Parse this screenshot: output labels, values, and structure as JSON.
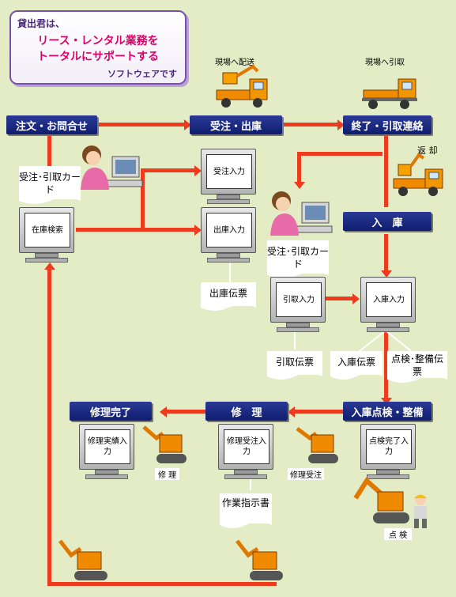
{
  "title": {
    "line1": "貸出君は、",
    "line2": "リース・レンタル業務を",
    "line3": "トータルにサポートする",
    "line4": "ソフトウェアです"
  },
  "headers": {
    "order": "注文・お問合せ",
    "receive_ship": "受注・出庫",
    "finish": "終了・引取連絡",
    "warehouse_in": "入　庫",
    "inspect": "入庫点検・整備",
    "repair": "修　理",
    "repair_done": "修理完了"
  },
  "monitors": {
    "stock_search": "在庫検索",
    "order_input": "受注入力",
    "ship_input": "出庫入力",
    "pickup_input": "引取入力",
    "warehouse_input": "入庫入力",
    "inspect_done": "点検完了入力",
    "repair_order": "修理受注入力",
    "repair_record": "修理実績入力"
  },
  "documents": {
    "order_card_1": "受注･引取カード",
    "order_card_2": "受注･引取カード",
    "ship_slip": "出庫伝票",
    "pickup_slip": "引取伝票",
    "warehouse_slip": "入庫伝票",
    "inspect_slip": "点検･整備伝票",
    "work_order": "作業指示書"
  },
  "labels": {
    "deliver": "現場へ配送",
    "pickup": "現場へ引取",
    "return": "返 却",
    "repair": "修 理",
    "repair_receive": "修理受注",
    "inspect": "点 検"
  },
  "icons": [
    "truck-icon",
    "operator-icon",
    "excavator-icon",
    "worker-icon"
  ]
}
